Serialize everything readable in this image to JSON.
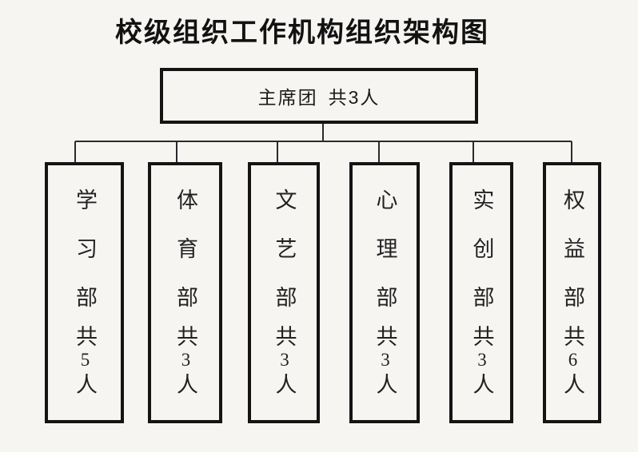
{
  "title": "校级组织工作机构组织架构图",
  "root": {
    "label": "主席团",
    "count": "共3人"
  },
  "departments": [
    {
      "name": "学习部",
      "count_label": "共",
      "count": "5",
      "unit": "人"
    },
    {
      "name": "体育部",
      "count_label": "共",
      "count": "3",
      "unit": "人"
    },
    {
      "name": "文艺部",
      "count_label": "共",
      "count": "3",
      "unit": "人"
    },
    {
      "name": "心理部",
      "count_label": "共",
      "count": "3",
      "unit": "人"
    },
    {
      "name": "实创部",
      "count_label": "共",
      "count": "3",
      "unit": "人"
    },
    {
      "name": "权益部",
      "count_label": "共",
      "count": "6",
      "unit": "人"
    }
  ],
  "colors": {
    "background": "#f6f5f2",
    "box_border": "#141414",
    "connector_line": "#2b2b2b",
    "text": "#1e1e1e"
  }
}
